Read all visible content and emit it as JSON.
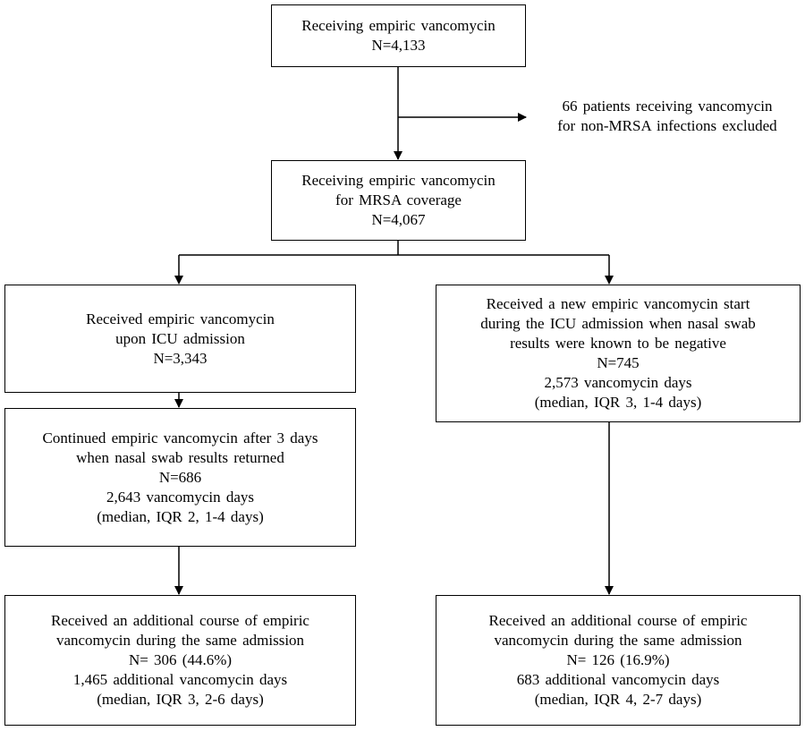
{
  "flowchart": {
    "box_start": {
      "lines": [
        "Receiving empiric vancomycin",
        "N=4,133"
      ]
    },
    "exclusion": {
      "lines": [
        "66 patients receiving vancomycin",
        "for non-MRSA infections excluded"
      ]
    },
    "box_mrsa": {
      "lines": [
        "Receiving empiric vancomycin",
        "for MRSA coverage",
        "N=4,067"
      ]
    },
    "box_icu_admission": {
      "lines": [
        "Received empiric vancomycin",
        "upon ICU admission",
        "N=3,343"
      ]
    },
    "box_new_start": {
      "lines": [
        "Received a new empiric vancomycin start",
        "during the ICU admission when nasal swab",
        "results were known to be negative",
        "N=745",
        "2,573 vancomycin days",
        "(median, IQR 3, 1-4 days)"
      ]
    },
    "box_continued": {
      "lines": [
        "Continued empiric vancomycin after 3 days",
        "when nasal swab results returned",
        "N=686",
        "2,643 vancomycin days",
        "(median, IQR 2, 1-4 days)"
      ]
    },
    "box_additional_left": {
      "lines": [
        "Received an additional course of empiric",
        "vancomycin during the same admission",
        "N= 306 (44.6%)",
        "1,465 additional vancomycin days",
        "(median, IQR 3, 2-6 days)"
      ]
    },
    "box_additional_right": {
      "lines": [
        "Received an additional course of empiric",
        "vancomycin during the same admission",
        "N= 126 (16.9%)",
        "683 additional vancomycin days",
        "(median, IQR 4, 2-7 days)"
      ]
    }
  }
}
